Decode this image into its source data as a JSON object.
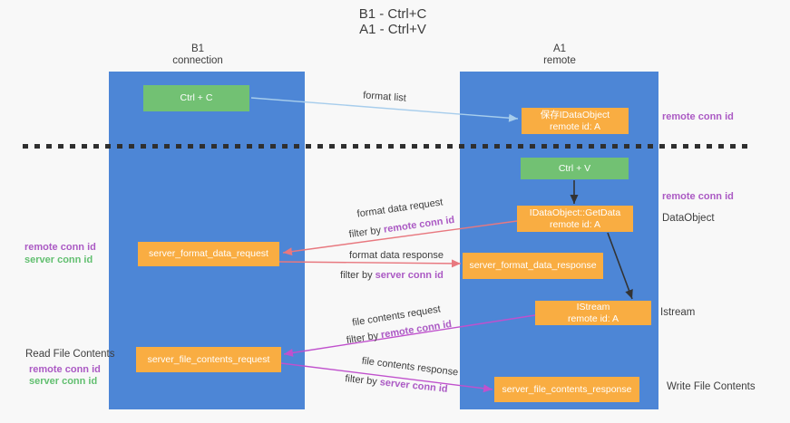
{
  "palette": {
    "background": "#f8f8f8",
    "lane": "#4d86d6",
    "green": "#72c173",
    "orange": "#f9ad42",
    "arrow_blue": "#a7cdec",
    "arrow_black": "#333333",
    "arrow_red": "#e8787f",
    "arrow_magenta": "#c051cd",
    "text_dark": "#3d3d3d",
    "text_purple": "#ab5ac4",
    "text_green": "#62bf70",
    "box_text": "#ffffff",
    "dash": "#2f2f2f"
  },
  "title": {
    "line1": "B1 - Ctrl+C",
    "line2": "A1 - Ctrl+V"
  },
  "lanes": {
    "left": {
      "line1": "B1",
      "line2": "connection"
    },
    "right": {
      "line1": "A1",
      "line2": "remote"
    }
  },
  "nodes": {
    "ctrl_c": "Ctrl + C",
    "ctrl_v": "Ctrl + V",
    "save_dataobject": {
      "line1": "保存IDataObject",
      "line2": "remote id: A"
    },
    "getdata": {
      "line1": "IDataObject::GetData",
      "line2": "remote id: A"
    },
    "istream": {
      "line1": "IStream",
      "line2": "remote id: A"
    },
    "server_format_data_request": "server_format_data_request",
    "server_format_data_response": "server_format_data_response",
    "server_file_contents_request": "server_file_contents_request",
    "server_file_contents_response": "server_file_contents_response"
  },
  "messages": {
    "format_list": "format list",
    "format_data_request": "format data request",
    "format_data_response": "format data response",
    "file_contents_request": "file contents request",
    "file_contents_response": "file contents response",
    "filter_by": "filter by",
    "remote_conn_id": "remote conn id",
    "server_conn_id": "server conn id"
  },
  "side_labels": {
    "remote_conn_id": "remote conn id",
    "server_conn_id": "server conn id",
    "dataobject": "DataObject",
    "istream": "Istream",
    "read_file_contents": "Read File Contents",
    "write_file_contents": "Write File Contents"
  }
}
